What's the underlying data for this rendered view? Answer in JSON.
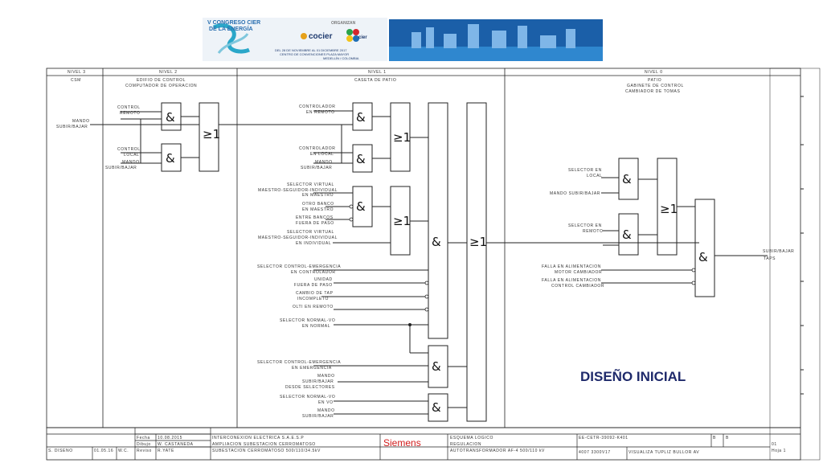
{
  "banner": {
    "congress_line1": "V CONGRESO CIER",
    "congress_line2": "DE LA ENERGÍA",
    "organizan": "ORGANIZAN",
    "cocier": "cocier",
    "cier": "cier",
    "dates": "DEL 28 DE NOVIEMBRE AL 01 DICIEMBRE 2017",
    "venue": "CENTRO DE CONVENCIONES PLAZA MAYOR",
    "city": "MEDELLÍN / COLOMBIA"
  },
  "columns": {
    "nivel3": "NIVEL 3",
    "nivel3_sub": "CSM",
    "nivel2": "NIVEL 2",
    "nivel2_sub1": "EDIFIO DE CONTROL",
    "nivel2_sub2": "COMPUTADOR DE OPERACION",
    "nivel1": "NIVEL 1",
    "nivel1_sub": "CASETA DE PATIO",
    "nivel0": "NIVEL 0",
    "nivel0_sub1": "PATIO",
    "nivel0_sub2": "GABINETE DE CONTROL",
    "nivel0_sub3": "CAMBIADOR DE TOMAS"
  },
  "gates": {
    "and": "&",
    "or": "≥1"
  },
  "labels": {
    "mando_subir_bajar_1": "MANDO",
    "mando_subir_bajar_2": "SUBIR/BAJAR",
    "n2_control_remoto_1": "CONTROL",
    "n2_control_remoto_2": "REMOTO",
    "n2_control_local_1": "CONTROL",
    "n2_control_local_2": "LOCAL",
    "n2_mando_1": "MANDO",
    "n2_mando_2": "SUBIR/BAJAR",
    "ctrl_remoto_1": "CONTROLADOR",
    "ctrl_remoto_2": "EN REMOTO",
    "ctrl_local_1": "CONTROLADOR",
    "ctrl_local_2": "EN LOCAL",
    "n1_mando_1": "MANDO",
    "n1_mando_2": "SUBIR/BAJAR",
    "sel_virtual_1": "SELECTOR VIRTUAL",
    "sel_virtual_2": "MAESTRO-SEGUIDOR-INDIVIDUAL",
    "sel_virtual_3": "EN MAESTRO",
    "otro_banco_1": "OTRO BANCO",
    "otro_banco_2": "EN MAESTRO",
    "entre_bancos_1": "ENTRE BANCOS",
    "entre_bancos_2": "FUERA DE PASO",
    "sel_virtual_ind_1": "SELECTOR VIRTUAL",
    "sel_virtual_ind_2": "MAESTRO-SEGUIDOR-INDIVIDUAL",
    "sel_virtual_ind_3": "EN INDIVIDUAL",
    "sel_ctrl_emerg_1": "SELECTOR CONTROL-EMERGENCIA",
    "sel_ctrl_emerg_2": "EN CONTROLADOR",
    "unidad_1": "UNIDAD",
    "unidad_2": "FUERA DE PASO",
    "cambio_tap_1": "CAMBIO DE TAP",
    "cambio_tap_2": "INCOMPLETO",
    "olti": "OLTI EN REMOTO",
    "sel_normal_1": "SELECTOR NORMAL-VO",
    "sel_normal_2": "EN NORMAL",
    "sel_ctrl_emerg_b_1": "SELECTOR CONTROL-EMERGENCIA",
    "sel_ctrl_emerg_b_2": "EN EMERGENCIA",
    "mando_sel_1": "MANDO",
    "mando_sel_2": "SUBIR/BAJAR",
    "mando_sel_3": "DESDE SELECTORES",
    "sel_normal_vo_1": "SELECTOR NORMAL-VO",
    "sel_normal_vo_2": "EN VO",
    "mando_b_1": "MANDO",
    "mando_b_2": "SUBIR/BAJAR",
    "sel_local_1": "SELECTOR EN",
    "sel_local_2": "LOCAL",
    "n0_mando": "MANDO SUBIR/BAJAR",
    "sel_remoto_1": "SELECTOR EN",
    "sel_remoto_2": "REMOTO",
    "falla_motor_1": "FALLA EN ALIMENTACION",
    "falla_motor_2": "MOTOR CAMBIADOR",
    "falla_ctrl_1": "FALLA EN ALIMENTACION",
    "falla_ctrl_2": "CONTROL CAMBIADOR",
    "out_1": "SUBIR/BAJAR",
    "out_2": "TAPS"
  },
  "title": "DISEÑO INICIAL",
  "title_block": {
    "fecha_label": "Fecha",
    "fecha": "10.08.2015",
    "dibujo_label": "Dibujo",
    "dibujo": "W. CASTANEDA",
    "reviso_label": "Reviso",
    "reviso": "R.YATE",
    "row_left_1": "S. DISENO",
    "row_left_2": "01.05.16",
    "row_left_3": "W.C.",
    "proj_1": "INTERCONEXION ELECTRICA S.A.E.S.P",
    "proj_2": "AMPLIACION SUBESTACION CERROMATOSO",
    "proj_3": "SUBESTACION CERROMATOSO 500/110/34.5kV",
    "company": "Siemens",
    "desc_1": "ESQUEMA LOGICO",
    "desc_2": "REGULACION",
    "desc_3": "AUTOTRANSFORMADOR AF-4 500/110 kV",
    "doc_no": "EE-CETR-39092-K401",
    "rev_a": "B",
    "rev_b": "B",
    "sheet_a": "01",
    "sheet_b": "Hoja 1",
    "bottom_mid_1": "4007 3300V17",
    "bottom_mid_2": "VISUALIZA TUPLIZ BULLOR AV"
  }
}
